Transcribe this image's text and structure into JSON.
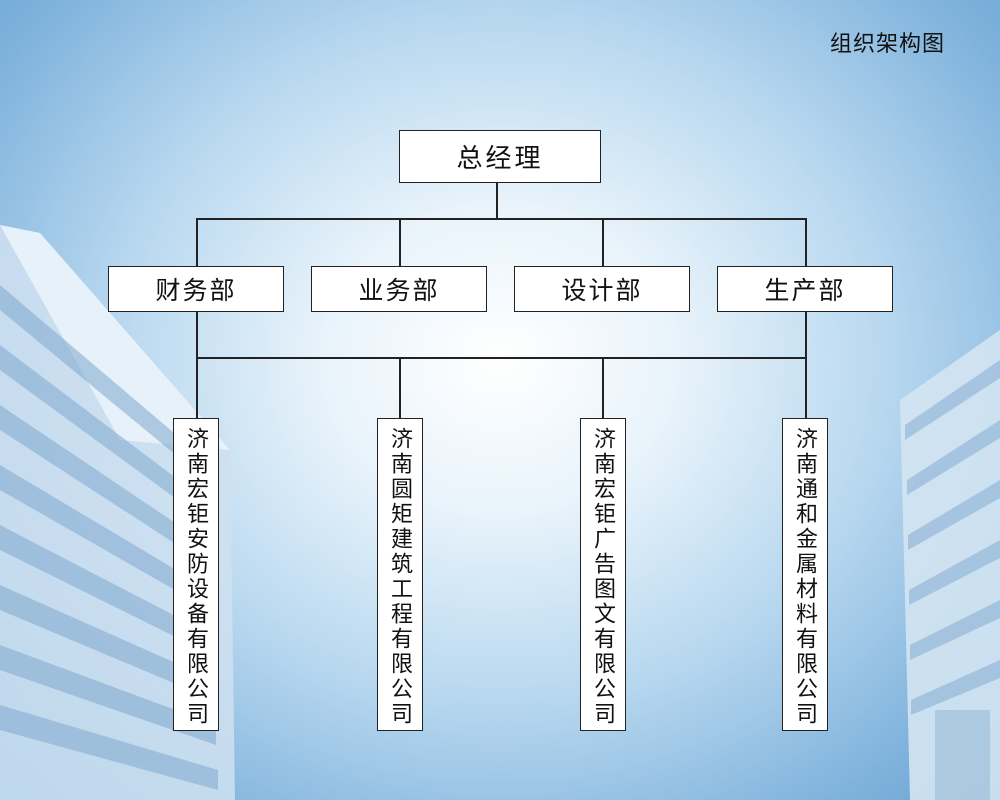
{
  "title": "组织架构图",
  "root": "总经理",
  "departments": [
    "财务部",
    "业务部",
    "设计部",
    "生产部"
  ],
  "companies": [
    "济南宏钜安防设备有限公司",
    "济南圆矩建筑工程有限公司",
    "济南宏钜广告图文有限公司",
    "济南通和金属材料有限公司"
  ]
}
